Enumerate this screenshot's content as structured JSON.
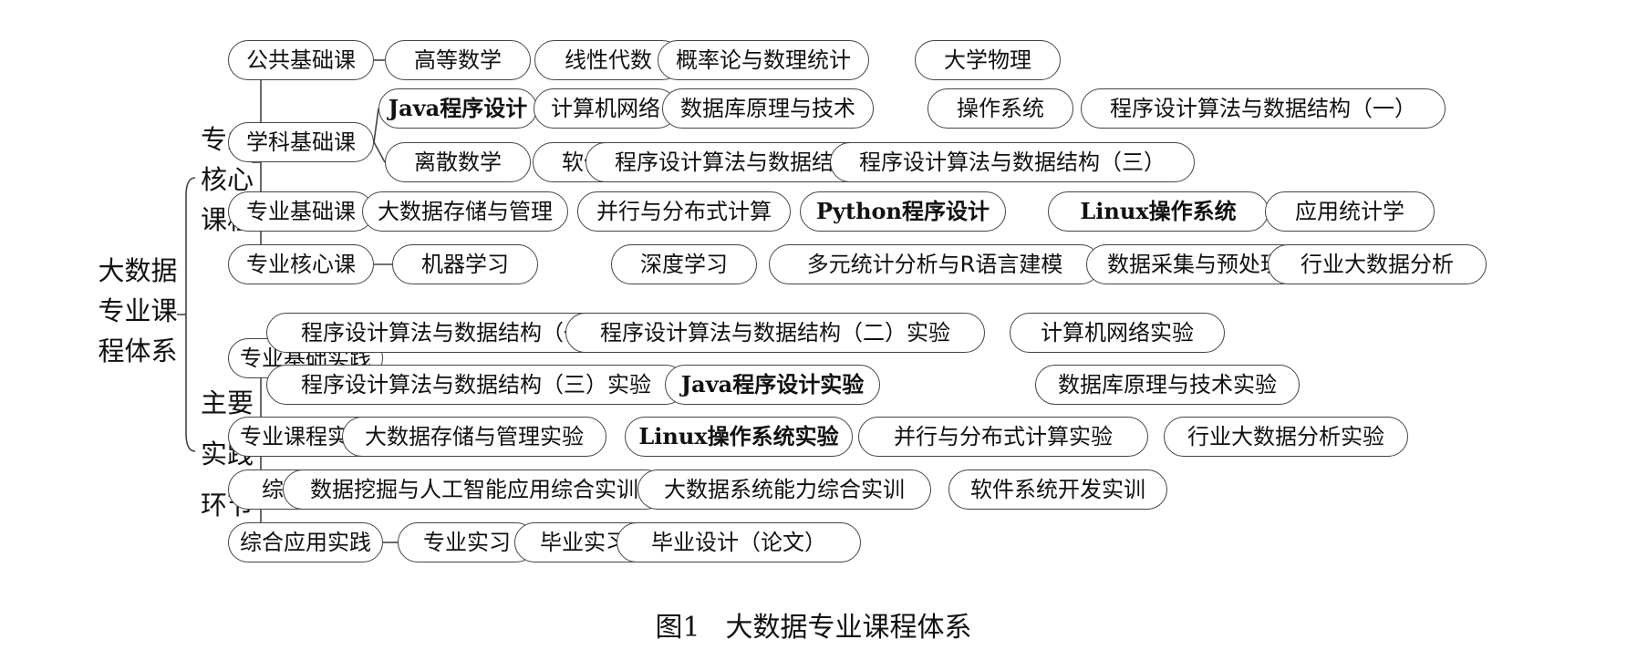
{
  "root": {
    "lines": [
      "大数据",
      "专业课",
      "程体系"
    ]
  },
  "branches": [
    {
      "label_lines": [
        "专业",
        "核心",
        "课程"
      ],
      "groups": [
        {
          "label": "公共基础课",
          "rows": [
            [
              "高等数学",
              "线性代数",
              "概率论与数理统计",
              "大学物理"
            ]
          ]
        },
        {
          "label": "学科基础课",
          "rows": [
            [
              "Java程序设计",
              "计算机网络",
              "数据库原理与技术",
              "操作系统",
              "程序设计算法与数据结构（一）"
            ],
            [
              "离散数学",
              "软件工程",
              "程序设计算法与数据结构（二）",
              "程序设计算法与数据结构（三）"
            ]
          ]
        },
        {
          "label": "专业基础课",
          "rows": [
            [
              "大数据存储与管理",
              "并行与分布式计算",
              "Python程序设计",
              "Linux操作系统",
              "应用统计学"
            ]
          ]
        },
        {
          "label": "专业核心课",
          "rows": [
            [
              "机器学习",
              "深度学习",
              "多元统计分析与R语言建模",
              "数据采集与预处理",
              "行业大数据分析"
            ]
          ]
        }
      ]
    },
    {
      "label_lines": [
        "主要",
        "实践",
        "环节"
      ],
      "groups": [
        {
          "label": "专业基础实践",
          "rows": [
            [
              "程序设计算法与数据结构（一）实验",
              "程序设计算法与数据结构（二）实验",
              "计算机网络实验"
            ],
            [
              "程序设计算法与数据结构（三）实验",
              "Java程序设计实验",
              "数据库原理与技术实验"
            ]
          ]
        },
        {
          "label": "专业课程实践",
          "rows": [
            [
              "大数据存储与管理实验",
              "Linux操作系统实验",
              "并行与分布式计算实验",
              "行业大数据分析实验"
            ]
          ]
        },
        {
          "label": "综合实训",
          "rows": [
            [
              "数据挖掘与人工智能应用综合实训",
              "大数据系统能力综合实训",
              "软件系统开发实训"
            ]
          ]
        },
        {
          "label": "综合应用实践",
          "rows": [
            [
              "专业实习",
              "毕业实习",
              "毕业设计（论文）"
            ]
          ]
        }
      ]
    }
  ],
  "caption": {
    "number": "图1",
    "title": "大数据专业课程体系"
  }
}
